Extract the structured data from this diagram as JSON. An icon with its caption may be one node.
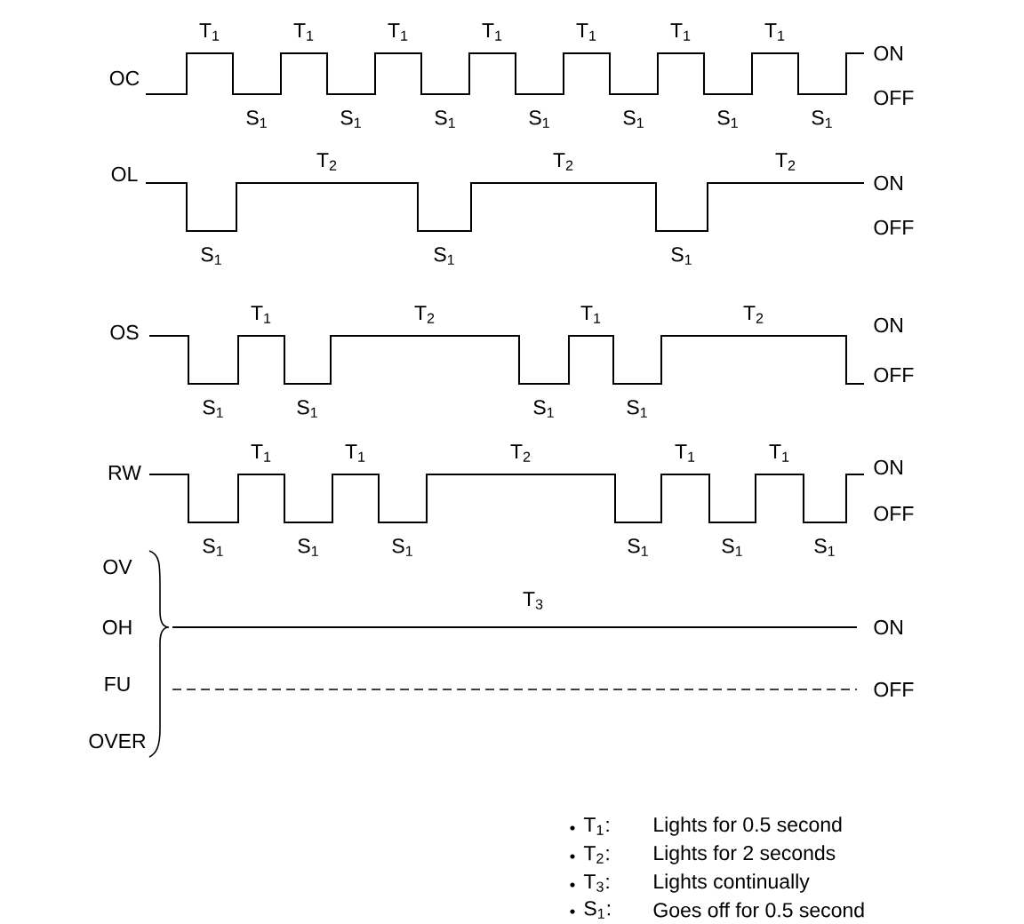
{
  "diagram": {
    "labels": [
      "OC",
      "T$_{1}$",
      "S$_{1}$",
      "T$_{1}$",
      "S$_{1}$",
      "T$_{1}$",
      "S$_{1}$",
      "T$_{1}$",
      "S$_{1}$",
      "T$_{1}$",
      "S$_{1}$",
      "T$_{1}$",
      "S$_{1}$",
      "T$_{1}$",
      "S$_{1}$",
      "ON",
      "OFF",
      "OL",
      "S$_{1}$",
      "T$_{2}$",
      "S$_{1}$",
      "T$_{2}$",
      "S$_{1}$",
      "T$_{2}$",
      "ON",
      "OFF",
      "OS",
      "S$_{1}$",
      "T$_{1}$",
      "S$_{1}$",
      "T$_{2}$",
      "S$_{1}$",
      "T$_{1}$",
      "S$_{1}$",
      "T$_{2}$",
      "ON",
      "OFF",
      "RW",
      "S$_{1}$",
      "T$_{1}$",
      "S$_{1}$",
      "T$_{1}$",
      "S$_{1}$",
      "T$_{2}$",
      "S$_{1}$",
      "T$_{1}$",
      "S$_{1}$",
      "T$_{1}$",
      "S$_{1}$",
      "ON",
      "OFF",
      "OV",
      "OH",
      "FU",
      "OVER",
      "T$_{3}$",
      "ON",
      "OFF",
      "T$_{1}$:",
      "Lights for 0.5 second",
      "T$_{2}$:",
      "Lights for 2 seconds",
      "T$_{3}$:",
      "Lights continually",
      "S$_{1}$:",
      "Goes off for 0.5 second"
    ]
  }
}
